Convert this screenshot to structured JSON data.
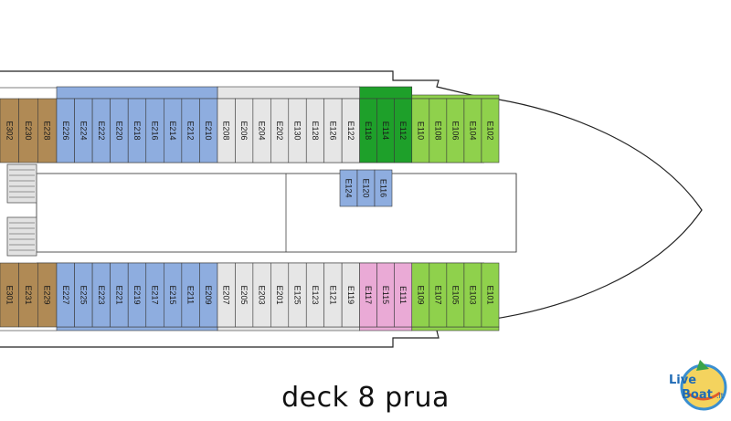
{
  "title": "deck 8 prua",
  "colors": {
    "hull": "#222222",
    "stair": "#bfbfbf",
    "corridor": "#ffffff",
    "cabin_line": "#3a3a3a"
  },
  "categories": {
    "brown": "#b08a55",
    "blue": "#8eaddf",
    "light": "#e6e6e6",
    "darkgreen": "#1ea02a",
    "green": "#8fd14c",
    "pink": "#eaaad6"
  },
  "upper_row": [
    {
      "id": "E302",
      "cat": "brown"
    },
    {
      "id": "E230",
      "cat": "brown"
    },
    {
      "id": "E228",
      "cat": "brown"
    },
    {
      "id": "E226",
      "cat": "blue"
    },
    {
      "id": "E224",
      "cat": "blue"
    },
    {
      "id": "E222",
      "cat": "blue"
    },
    {
      "id": "E220",
      "cat": "blue"
    },
    {
      "id": "E218",
      "cat": "blue"
    },
    {
      "id": "E216",
      "cat": "blue"
    },
    {
      "id": "E214",
      "cat": "blue"
    },
    {
      "id": "E212",
      "cat": "blue"
    },
    {
      "id": "E210",
      "cat": "blue"
    },
    {
      "id": "E208",
      "cat": "light"
    },
    {
      "id": "E206",
      "cat": "light"
    },
    {
      "id": "E204",
      "cat": "light"
    },
    {
      "id": "E202",
      "cat": "light"
    },
    {
      "id": "E130",
      "cat": "light"
    },
    {
      "id": "E128",
      "cat": "light"
    },
    {
      "id": "E126",
      "cat": "light"
    },
    {
      "id": "E122",
      "cat": "light"
    },
    {
      "id": "E118",
      "cat": "darkgreen"
    },
    {
      "id": "E114",
      "cat": "darkgreen"
    },
    {
      "id": "E112",
      "cat": "darkgreen"
    },
    {
      "id": "E110",
      "cat": "green"
    },
    {
      "id": "E108",
      "cat": "green"
    },
    {
      "id": "E106",
      "cat": "green"
    },
    {
      "id": "E104",
      "cat": "green"
    },
    {
      "id": "E102",
      "cat": "green"
    }
  ],
  "middle_row": [
    {
      "id": "E124",
      "cat": "blue"
    },
    {
      "id": "E120",
      "cat": "blue"
    },
    {
      "id": "E116",
      "cat": "blue"
    }
  ],
  "lower_row": [
    {
      "id": "E301",
      "cat": "brown"
    },
    {
      "id": "E231",
      "cat": "brown"
    },
    {
      "id": "E229",
      "cat": "brown"
    },
    {
      "id": "E227",
      "cat": "blue"
    },
    {
      "id": "E225",
      "cat": "blue"
    },
    {
      "id": "E223",
      "cat": "blue"
    },
    {
      "id": "E221",
      "cat": "blue"
    },
    {
      "id": "E219",
      "cat": "blue"
    },
    {
      "id": "E217",
      "cat": "blue"
    },
    {
      "id": "E215",
      "cat": "blue"
    },
    {
      "id": "E211",
      "cat": "blue"
    },
    {
      "id": "E209",
      "cat": "blue"
    },
    {
      "id": "E207",
      "cat": "light"
    },
    {
      "id": "E205",
      "cat": "light"
    },
    {
      "id": "E203",
      "cat": "light"
    },
    {
      "id": "E201",
      "cat": "light"
    },
    {
      "id": "E125",
      "cat": "light"
    },
    {
      "id": "E123",
      "cat": "light"
    },
    {
      "id": "E121",
      "cat": "light"
    },
    {
      "id": "E119",
      "cat": "light"
    },
    {
      "id": "E117",
      "cat": "pink"
    },
    {
      "id": "E115",
      "cat": "pink"
    },
    {
      "id": "E111",
      "cat": "pink"
    },
    {
      "id": "E109",
      "cat": "green"
    },
    {
      "id": "E107",
      "cat": "green"
    },
    {
      "id": "E105",
      "cat": "green"
    },
    {
      "id": "E103",
      "cat": "green"
    },
    {
      "id": "E101",
      "cat": "green"
    }
  ],
  "logo": {
    "line1": "Live",
    "line2": "Boat",
    "suffix": ".it"
  }
}
